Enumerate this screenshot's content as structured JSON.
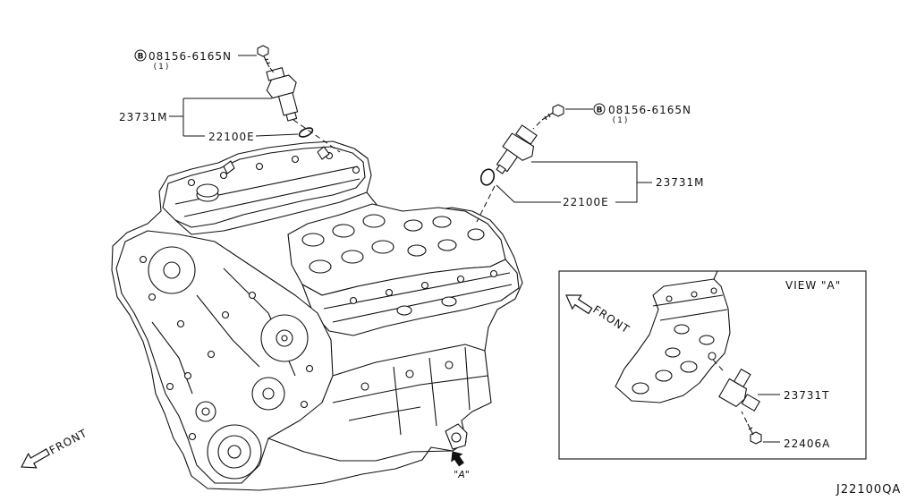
{
  "diagram": {
    "code": "J22100QA"
  },
  "callouts": {
    "bolt_upper_left": {
      "symbol": "B",
      "part_number": "08156-6165N",
      "quantity": "(1)"
    },
    "sensor_upper_left": {
      "part_number": "23731M"
    },
    "o_ring_upper_left": {
      "part_number": "22100E"
    },
    "bolt_upper_right": {
      "symbol": "B",
      "part_number": "08156-6165N",
      "quantity": "(1)"
    },
    "sensor_upper_right": {
      "part_number": "23731M"
    },
    "o_ring_upper_right": {
      "part_number": "22100E"
    }
  },
  "main_view": {
    "direction": "FRONT",
    "view_marker": "\"A\""
  },
  "view_a": {
    "title": "VIEW \"A\"",
    "direction": "FRONT",
    "sensor_part_number": "23731T",
    "bolt_part_number": "22406A"
  },
  "colors": {
    "line": "#111111",
    "background": "#ffffff"
  }
}
